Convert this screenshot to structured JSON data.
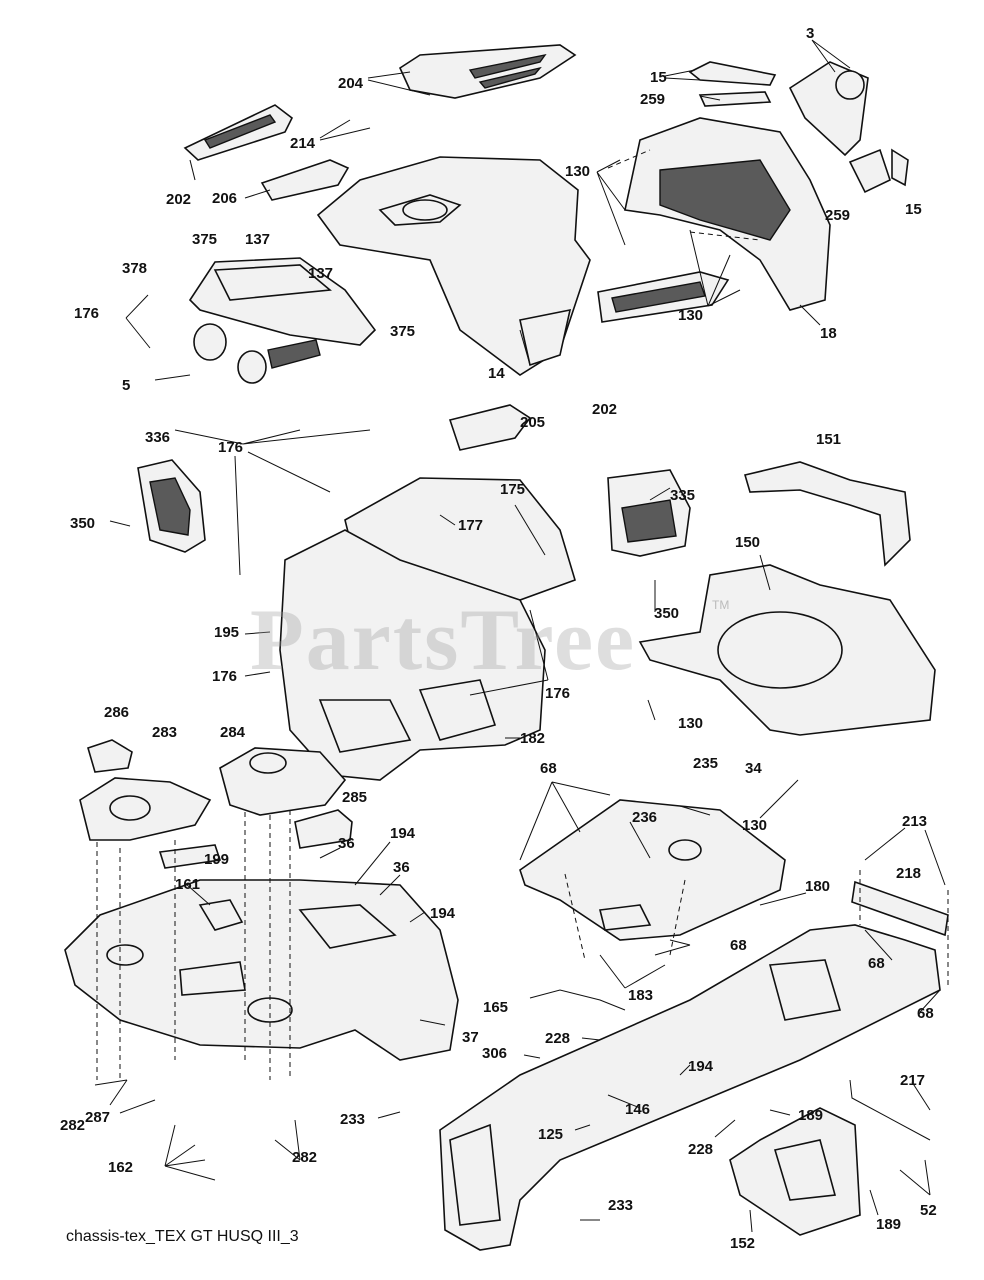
{
  "watermark": {
    "text": "PartsTree",
    "tm": "TM"
  },
  "caption": "chassis-tex_TEX GT HUSQ III_3",
  "callouts": [
    {
      "id": "c-3",
      "text": "3"
    },
    {
      "id": "c-15a",
      "text": "15"
    },
    {
      "id": "c-15b",
      "text": "15"
    },
    {
      "id": "c-204",
      "text": "204"
    },
    {
      "id": "c-259a",
      "text": "259"
    },
    {
      "id": "c-259b",
      "text": "259"
    },
    {
      "id": "c-214",
      "text": "214"
    },
    {
      "id": "c-202a",
      "text": "202"
    },
    {
      "id": "c-206",
      "text": "206"
    },
    {
      "id": "c-130a",
      "text": "130"
    },
    {
      "id": "c-130b",
      "text": "130"
    },
    {
      "id": "c-18",
      "text": "18"
    },
    {
      "id": "c-375a",
      "text": "375"
    },
    {
      "id": "c-137a",
      "text": "137"
    },
    {
      "id": "c-137b",
      "text": "137"
    },
    {
      "id": "c-378",
      "text": "378"
    },
    {
      "id": "c-176a",
      "text": "176"
    },
    {
      "id": "c-375b",
      "text": "375"
    },
    {
      "id": "c-5",
      "text": "5"
    },
    {
      "id": "c-14",
      "text": "14"
    },
    {
      "id": "c-202b",
      "text": "202"
    },
    {
      "id": "c-205",
      "text": "205"
    },
    {
      "id": "c-176b",
      "text": "176"
    },
    {
      "id": "c-336",
      "text": "336"
    },
    {
      "id": "c-151",
      "text": "151"
    },
    {
      "id": "c-175",
      "text": "175"
    },
    {
      "id": "c-335",
      "text": "335"
    },
    {
      "id": "c-177",
      "text": "177"
    },
    {
      "id": "c-350a",
      "text": "350"
    },
    {
      "id": "c-150",
      "text": "150"
    },
    {
      "id": "c-350b",
      "text": "350"
    },
    {
      "id": "c-195",
      "text": "195"
    },
    {
      "id": "c-176c",
      "text": "176"
    },
    {
      "id": "c-176d",
      "text": "176"
    },
    {
      "id": "c-130c",
      "text": "130"
    },
    {
      "id": "c-182",
      "text": "182"
    },
    {
      "id": "c-286",
      "text": "286"
    },
    {
      "id": "c-283",
      "text": "283"
    },
    {
      "id": "c-284",
      "text": "284"
    },
    {
      "id": "c-285",
      "text": "285"
    },
    {
      "id": "c-68a",
      "text": "68"
    },
    {
      "id": "c-235",
      "text": "235"
    },
    {
      "id": "c-34",
      "text": "34"
    },
    {
      "id": "c-236",
      "text": "236"
    },
    {
      "id": "c-130d",
      "text": "130"
    },
    {
      "id": "c-36a",
      "text": "36"
    },
    {
      "id": "c-194a",
      "text": "194"
    },
    {
      "id": "c-213",
      "text": "213"
    },
    {
      "id": "c-199",
      "text": "199"
    },
    {
      "id": "c-36b",
      "text": "36"
    },
    {
      "id": "c-218",
      "text": "218"
    },
    {
      "id": "c-161",
      "text": "161"
    },
    {
      "id": "c-180",
      "text": "180"
    },
    {
      "id": "c-194b",
      "text": "194"
    },
    {
      "id": "c-68b",
      "text": "68"
    },
    {
      "id": "c-68c",
      "text": "68"
    },
    {
      "id": "c-183",
      "text": "183"
    },
    {
      "id": "c-165",
      "text": "165"
    },
    {
      "id": "c-68d",
      "text": "68"
    },
    {
      "id": "c-37",
      "text": "37"
    },
    {
      "id": "c-228a",
      "text": "228"
    },
    {
      "id": "c-306",
      "text": "306"
    },
    {
      "id": "c-194c",
      "text": "194"
    },
    {
      "id": "c-217",
      "text": "217"
    },
    {
      "id": "c-282a",
      "text": "282"
    },
    {
      "id": "c-146",
      "text": "146"
    },
    {
      "id": "c-189a",
      "text": "189"
    },
    {
      "id": "c-287",
      "text": "287"
    },
    {
      "id": "c-233a",
      "text": "233"
    },
    {
      "id": "c-125",
      "text": "125"
    },
    {
      "id": "c-228b",
      "text": "228"
    },
    {
      "id": "c-162",
      "text": "162"
    },
    {
      "id": "c-282b",
      "text": "282"
    },
    {
      "id": "c-52",
      "text": "52"
    },
    {
      "id": "c-233b",
      "text": "233"
    },
    {
      "id": "c-189b",
      "text": "189"
    },
    {
      "id": "c-152",
      "text": "152"
    }
  ]
}
